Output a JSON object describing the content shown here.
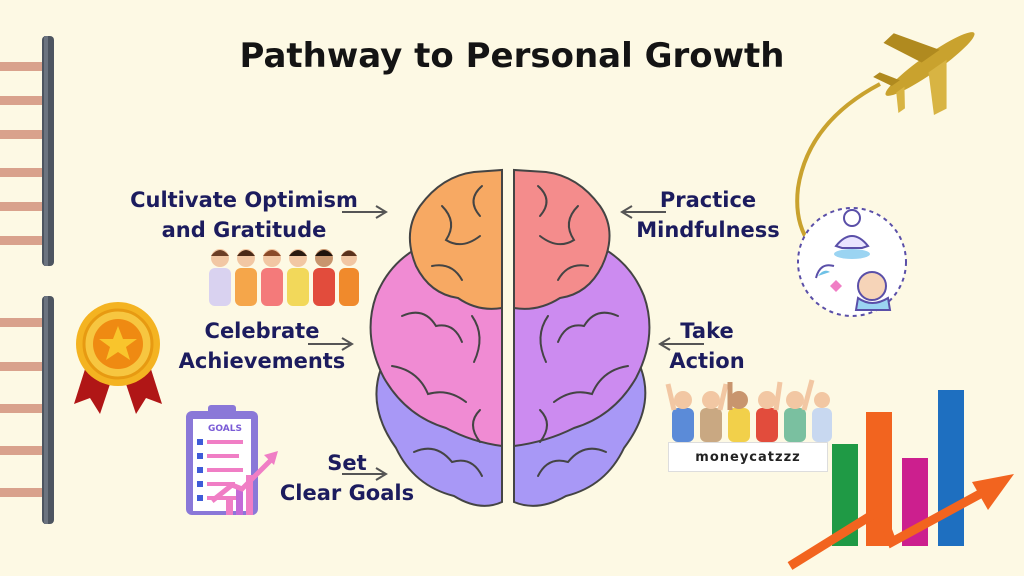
{
  "title": "Pathway to Personal Growth",
  "labels": {
    "optimism_line1": "Cultivate Optimism",
    "optimism_line2": "and Gratitude",
    "celebrate_line1": "Celebrate",
    "celebrate_line2": "Achievements",
    "goals_line1": "Set",
    "goals_line2": "Clear Goals",
    "mindfulness_line1": "Practice",
    "mindfulness_line2": "Mindfulness",
    "action_line1": "Take",
    "action_line2": "Action"
  },
  "clipboard_heading": "GOALS",
  "logo_text": "moneycatzzz",
  "colors": {
    "title": "#141414",
    "label": "#1c1c5e",
    "background": "#fdf9e4",
    "brain_orange": "#f7a963",
    "brain_salmon": "#f48c8c",
    "brain_pink": "#f08bd3",
    "brain_lavender": "#cc8bf0",
    "brain_purple": "#a898f6",
    "ladder_rung": "#d9a28c",
    "ladder_pole": "#4d5560",
    "gold": "#c9a22e",
    "bar_green": "#1f9a45",
    "bar_orange": "#f2641f",
    "bar_magenta": "#cc1f8e",
    "bar_blue": "#1e6fc0"
  },
  "icons": [
    "ladder-icon",
    "medal-icon",
    "goals-clipboard-icon",
    "airplane-icon",
    "meditation-icon",
    "growth-bar-chart-icon",
    "brain-icon",
    "arrow-icon"
  ]
}
